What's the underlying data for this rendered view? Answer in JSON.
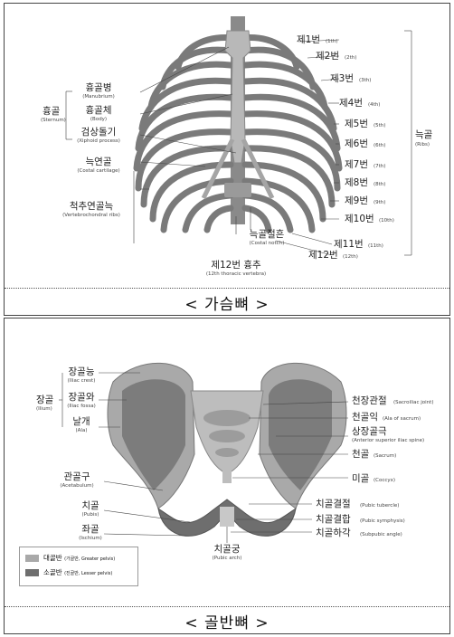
{
  "thorax": {
    "caption": "< 가슴뼈 >",
    "sternum": {
      "ko": "흉골",
      "en": "(Sternum)"
    },
    "manubrium": {
      "ko": "흉골병",
      "en": "(Manubrium)"
    },
    "body": {
      "ko": "흉골체",
      "en": "(Body)"
    },
    "xiphoid": {
      "ko": "검상돌기",
      "en": "(Xiphoid process)"
    },
    "costal_cartilage": {
      "ko": "늑연골",
      "en": "(Costal cartilage)"
    },
    "vertebrochondral": {
      "ko": "척추연골늑",
      "en": "(Vertebrochondral ribs)"
    },
    "costal_notch": {
      "ko": "늑골절흔",
      "en": "(Costal notch)"
    },
    "t12": {
      "ko": "제12번 흉추",
      "en": "(12th thoracic vertebra)"
    },
    "ribs_group": {
      "ko": "늑골",
      "en": "(Ribs)"
    },
    "ribs": [
      {
        "ko": "제1번",
        "en": "(1th)"
      },
      {
        "ko": "제2번",
        "en": "(2th)"
      },
      {
        "ko": "제3번",
        "en": "(3th)"
      },
      {
        "ko": "제4번",
        "en": "(4th)"
      },
      {
        "ko": "제5번",
        "en": "(5th)"
      },
      {
        "ko": "제6번",
        "en": "(6th)"
      },
      {
        "ko": "제7번",
        "en": "(7th)"
      },
      {
        "ko": "제8번",
        "en": "(8th)"
      },
      {
        "ko": "제9번",
        "en": "(9th)"
      },
      {
        "ko": "제10번",
        "en": "(10th)"
      },
      {
        "ko": "제11번",
        "en": "(11th)"
      },
      {
        "ko": "제12번",
        "en": "(12th)"
      }
    ]
  },
  "pelvis": {
    "caption": "< 골반뼈 >",
    "ilium": {
      "ko": "장골",
      "en": "(Ilium)"
    },
    "iliac_crest": {
      "ko": "장골능",
      "en": "(Iliac crest)"
    },
    "iliac_fossa": {
      "ko": "장골와",
      "en": "(Iliac fossa)"
    },
    "ala": {
      "ko": "날개",
      "en": "(Ala)"
    },
    "acetabulum": {
      "ko": "관골구",
      "en": "(Acetabulum)"
    },
    "pubis": {
      "ko": "치골",
      "en": "(Pubis)"
    },
    "ischium": {
      "ko": "좌골",
      "en": "(Ischium)"
    },
    "pubic_arch": {
      "ko": "치골궁",
      "en": "(Pubic arch)"
    },
    "sacroiliac": {
      "ko": "천장관절",
      "en": "(Sacroiliac joint)"
    },
    "ala_sacrum": {
      "ko": "천골익",
      "en": "(Ala of sacrum)"
    },
    "asis": {
      "ko": "상장골극",
      "en": "(Anterior superior iliac spine)"
    },
    "sacrum": {
      "ko": "천골",
      "en": "(Sacrum)"
    },
    "coccyx": {
      "ko": "미골",
      "en": "(Coccyx)"
    },
    "pubic_tubercle": {
      "ko": "치골결절",
      "en": "(Pubic tubercle)"
    },
    "pubic_symphysis": {
      "ko": "치골결합",
      "en": "(Pubic symphysis)"
    },
    "subpubic": {
      "ko": "치골하각",
      "en": "(Subpubic angle)"
    },
    "legend": [
      {
        "ko": "대골반",
        "en": "(가골반, Greater pelvis)",
        "color": "#a9a9a9"
      },
      {
        "ko": "소골반",
        "en": "(진골반, Lesser pelvis)",
        "color": "#6e6e6e"
      }
    ]
  }
}
